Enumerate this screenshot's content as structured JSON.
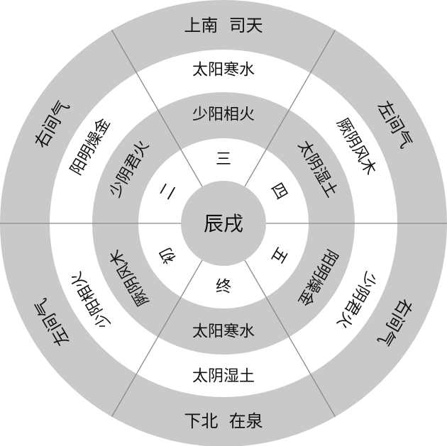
{
  "center": "辰戌",
  "colors": {
    "gray": "#c9c9c9",
    "white": "#ffffff",
    "line": "#8a8a8a",
    "text": "#111111"
  },
  "sectors": [
    {
      "name": "top",
      "outer": "上南  司天",
      "ring2": "太阳寒水",
      "ring3": "少阳相火",
      "step": "三"
    },
    {
      "name": "upper-right",
      "outer": "左间气",
      "ring2": "厥阴风木",
      "ring3": "太阴湿土",
      "step": "四"
    },
    {
      "name": "lower-right",
      "outer": "右间气",
      "ring2": "少阴君火",
      "ring3": "阳明燥金",
      "step": "五"
    },
    {
      "name": "bottom",
      "outer": "下北  在泉",
      "ring2": "太阴湿土",
      "ring3": "太阳寒水",
      "step": "终"
    },
    {
      "name": "lower-left",
      "outer": "左间气",
      "ring2": "少阳相火",
      "ring3": "厥阴风木",
      "step": "初"
    },
    {
      "name": "upper-left",
      "outer": "右间气",
      "ring2": "阳明燥金",
      "ring3": "少阴君火",
      "step": "二"
    }
  ]
}
